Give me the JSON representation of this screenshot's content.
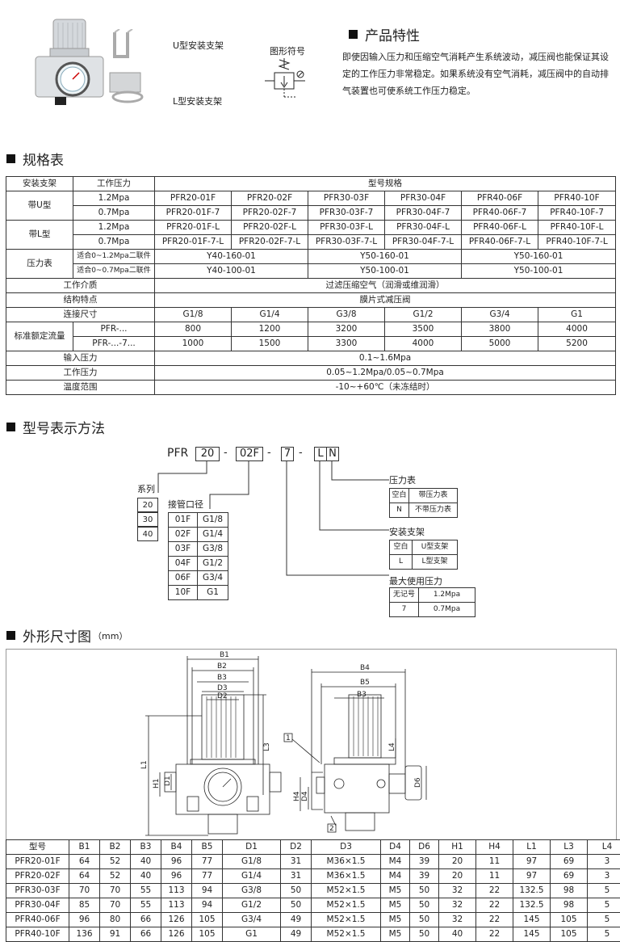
{
  "top": {
    "u_bracket": "U型安装支架",
    "l_bracket": "L型安装支架",
    "symbol_title": "图形符号",
    "features_title": "产品特性",
    "features_text": "即使因输入压力和压缩空气消耗产生系统波动，减压阀也能保证其设定的工作压力非常稳定。如果系统没有空气消耗，减压阀中的自动排气装置也可使系统工作压力稳定。"
  },
  "spec": {
    "title": "规格表",
    "h_bracket": "安装支架",
    "h_pressure": "工作压力",
    "h_model": "型号规格",
    "u": "带U型",
    "l": "带L型",
    "p12": "1.2Mpa",
    "p07": "0.7Mpa",
    "u12": [
      "PFR20-01F",
      "PFR20-02F",
      "PFR30-03F",
      "PFR30-04F",
      "PFR40-06F",
      "PFR40-10F"
    ],
    "u07": [
      "PFR20-01F-7",
      "PFR20-02F-7",
      "PFR30-03F-7",
      "PFR30-04F-7",
      "PFR40-06F-7",
      "PFR40-10F-7"
    ],
    "l12": [
      "PFR20-01F-L",
      "PFR20-02F-L",
      "PFR30-03F-L",
      "PFR30-04F-L",
      "PFR40-06F-L",
      "PFR40-10F-L"
    ],
    "l07": [
      "PFR20-01F-7-L",
      "PFR20-02F-7-L",
      "PFR30-03F-7-L",
      "PFR30-04F-7-L",
      "PFR40-06F-7-L",
      "PFR40-10F-7-L"
    ],
    "gauge": "压力表",
    "g12": "适合0~1.2Mpa二联件",
    "g07": "适合0~0.7Mpa二联件",
    "g12v": [
      "Y40-160-01",
      "Y50-160-01",
      "Y50-160-01"
    ],
    "g07v": [
      "Y40-100-01",
      "Y50-100-01",
      "Y50-100-01"
    ],
    "medium_l": "工作介质",
    "medium_v": "过滤压缩空气（润滑或维润滑）",
    "struct_l": "结构特点",
    "struct_v": "膜片式减压阀",
    "port_l": "连接尺寸",
    "ports": [
      "G1/8",
      "G1/4",
      "G3/8",
      "G1/2",
      "G3/4",
      "G1"
    ],
    "flow_l": "标准额定流量",
    "flow_a": "PFR-...",
    "flow_b": "PFR-...-7...",
    "flow_av": [
      "800",
      "1200",
      "3200",
      "3500",
      "3800",
      "4000"
    ],
    "flow_bv": [
      "1000",
      "1500",
      "3300",
      "4000",
      "5000",
      "5200"
    ],
    "in_l": "输入压力",
    "in_v": "0.1~1.6Mpa",
    "work_l": "工作压力",
    "work_v": "0.05~1.2Mpa/0.05~0.7Mpa",
    "temp_l": "温度范围",
    "temp_v": "-10~+60℃（未冻结时）"
  },
  "model": {
    "title": "型号表示方法",
    "pfr": "PFR",
    "s20": "20",
    "dash": "-",
    "s02f": "02F",
    "s7": "7",
    "sL": "L",
    "sN": "N",
    "series_title": "系列",
    "series": [
      "20",
      "30",
      "40"
    ],
    "port_title": "接管口径",
    "port_codes": [
      "01F",
      "02F",
      "03F",
      "04F",
      "06F",
      "10F"
    ],
    "port_vals": [
      "G1/8",
      "G1/4",
      "G3/8",
      "G1/2",
      "G3/4",
      "G1"
    ],
    "gauge_title": "压力表",
    "gauge_r1": [
      "空白",
      "带压力表"
    ],
    "gauge_r2": [
      "N",
      "不带压力表"
    ],
    "bracket_title": "安装支架",
    "bracket_r1": [
      "空白",
      "U型支架"
    ],
    "bracket_r2": [
      "L",
      "L型支架"
    ],
    "maxp_title": "最大使用压力",
    "maxp_r1": [
      "无记号",
      "1.2Mpa"
    ],
    "maxp_r2": [
      "7",
      "0.7Mpa"
    ]
  },
  "dims": {
    "title": "外形尺寸图",
    "unit": "（mm）",
    "labels": [
      "B1",
      "B2",
      "B3",
      "D3",
      "D2",
      "B4",
      "B5",
      "B3",
      "L1",
      "L3",
      "H1",
      "D1",
      "L4",
      "D6",
      "H4",
      "D4",
      "1",
      "2"
    ],
    "headers": [
      "型号",
      "B1",
      "B2",
      "B3",
      "B4",
      "B5",
      "D1",
      "D2",
      "D3",
      "D4",
      "D6",
      "H1",
      "H4",
      "L1",
      "L3",
      "L4"
    ],
    "rows": [
      [
        "PFR20-01F",
        "64",
        "52",
        "40",
        "96",
        "77",
        "G1/8",
        "31",
        "M36×1.5",
        "M4",
        "39",
        "20",
        "11",
        "97",
        "69",
        "3"
      ],
      [
        "PFR20-02F",
        "64",
        "52",
        "40",
        "96",
        "77",
        "G1/4",
        "31",
        "M36×1.5",
        "M4",
        "39",
        "20",
        "11",
        "97",
        "69",
        "3"
      ],
      [
        "PFR30-03F",
        "70",
        "70",
        "55",
        "113",
        "94",
        "G3/8",
        "50",
        "M52×1.5",
        "M5",
        "50",
        "32",
        "22",
        "132.5",
        "98",
        "5"
      ],
      [
        "PFR30-04F",
        "85",
        "70",
        "55",
        "113",
        "94",
        "G1/2",
        "50",
        "M52×1.5",
        "M5",
        "50",
        "32",
        "22",
        "132.5",
        "98",
        "5"
      ],
      [
        "PFR40-06F",
        "96",
        "80",
        "66",
        "126",
        "105",
        "G3/4",
        "49",
        "M52×1.5",
        "M5",
        "50",
        "32",
        "22",
        "145",
        "105",
        "5"
      ],
      [
        "PFR40-10F",
        "136",
        "91",
        "66",
        "126",
        "105",
        "G1",
        "49",
        "M52×1.5",
        "M5",
        "50",
        "40",
        "22",
        "145",
        "105",
        "5"
      ]
    ]
  }
}
